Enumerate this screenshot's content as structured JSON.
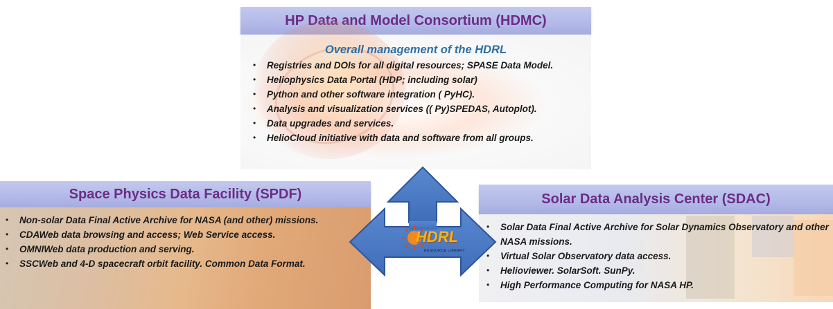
{
  "hdmc": {
    "title": "HP Data and Model Consortium (HDMC)",
    "subtitle": "Overall management of the HDRL",
    "items": [
      "Registries and DOIs for all digital resources; SPASE Data Model.",
      "Heliophysics Data Portal (HDP; including solar)",
      "Python and other software integration ( PyHC).",
      "Analysis and visualization services (( Py)SPEDAS, Autoplot).",
      "Data upgrades and services.",
      "HelioCloud initiative with data and software from all groups."
    ]
  },
  "spdf": {
    "title": "Space Physics Data Facility (SPDF)",
    "items": [
      "Non-solar Data Final Active Archive for NASA (and other) missions.",
      "CDAWeb data browsing and access; Web Service access.",
      "OMNIWeb data production and serving.",
      "SSCWeb and 4-D spacecraft orbit facility. Common Data Format."
    ]
  },
  "sdac": {
    "title": "Solar Data Analysis Center (SDAC)",
    "items": [
      "Solar Data Final Active Archive for Solar Dynamics Observatory and other NASA missions.",
      "Virtual Solar Observatory data access.",
      "Helioviewer.  SolarSoft.  SunPy.",
      "High Performance Computing for NASA HP."
    ]
  },
  "logo": {
    "text": "HDRL",
    "subtext": "RESOURCE LIBRARY"
  },
  "colors": {
    "header_text": "#6a2d86",
    "arrow_fill": "#4a78c2",
    "subtitle": "#2e6fa3"
  }
}
